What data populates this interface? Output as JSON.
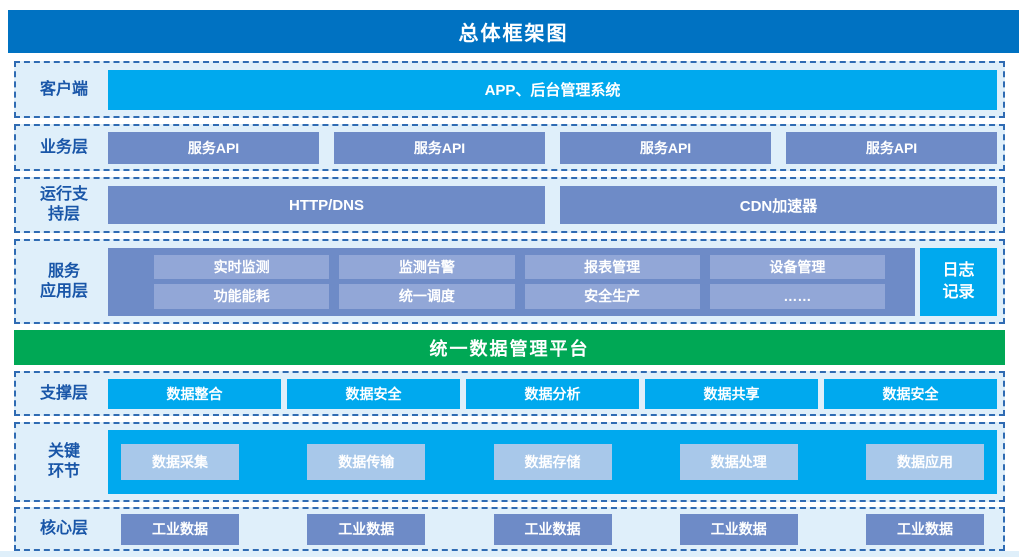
{
  "title": "总体框架图",
  "platform_bar": {
    "label": "统一数据管理平台"
  },
  "layers": {
    "client": {
      "label": "客户端",
      "items": [
        "APP、后台管理系统"
      ]
    },
    "business": {
      "label": "业务层",
      "items": [
        "服务API",
        "服务API",
        "服务API",
        "服务API"
      ]
    },
    "runtime_support": {
      "label": "运行支\n持层",
      "items": [
        "HTTP/DNS",
        "CDN加速器"
      ]
    },
    "service_app": {
      "label": "服务\n应用层",
      "modules": [
        "实时监测",
        "监测告警",
        "报表管理",
        "设备管理",
        "功能能耗",
        "统一调度",
        "安全生产",
        "……"
      ],
      "side_box": "日志\n记录"
    },
    "support": {
      "label": "支撑层",
      "items": [
        "数据整合",
        "数据安全",
        "数据分析",
        "数据共享",
        "数据安全"
      ]
    },
    "key_links": {
      "label": "关键\n环节",
      "items": [
        "数据采集",
        "数据传输",
        "数据存储",
        "数据处理",
        "数据应用"
      ]
    },
    "core": {
      "label": "核心层",
      "items": [
        "工业数据",
        "工业数据",
        "工业数据",
        "工业数据",
        "工业数据"
      ]
    }
  },
  "colors": {
    "banner_blue": "#0072C2",
    "bright_blue": "#00A9EE",
    "steel_blue": "#6E8BC7",
    "light_steel_blue": "#92A7D7",
    "pale_blue_box": "#A8C8EA",
    "green": "#00A855",
    "row_background": "#DFEFFA",
    "dashed_border": "#2F6BB3",
    "label_text": "#1956A8"
  }
}
